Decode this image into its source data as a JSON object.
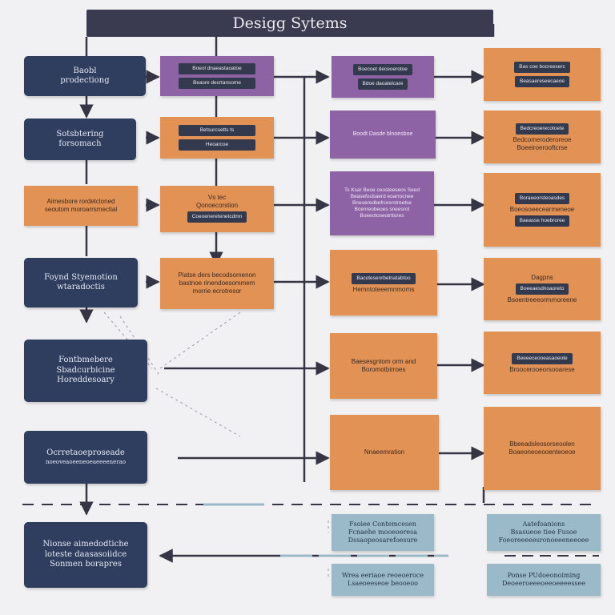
{
  "title": "Desigg Sytems",
  "colors": {
    "navy": "#2f3d5e",
    "orange": "#e39255",
    "purple": "#8e63a6",
    "light_blue": "#9ab9c9",
    "connector": "#353545",
    "background": "#f1f1f3"
  },
  "left_column": [
    {
      "lines": [
        "Baobl",
        "prodectiong"
      ]
    },
    {
      "lines": [
        "Sotsbtering",
        "forsomach"
      ]
    },
    {
      "lines": [
        "Aimesbore rordetcloned",
        "seoutom moroarrsmectial"
      ]
    },
    {
      "lines": [
        "Foynd Styemotion",
        "wtaradoctis"
      ]
    },
    {
      "lines": [
        "Fontbmebere",
        "Sbadcurbicine",
        "Horeddesoary"
      ]
    },
    {
      "lines": [
        "Ocrretaoeproseade",
        "noeoveaoeeneoeaeeeenerao"
      ]
    },
    {
      "lines": [
        "Nionse aimedodtiche",
        "loteste daasasoiidce",
        "Sonmen borapres"
      ]
    }
  ],
  "second_column": [
    {
      "pills": [
        "Boeol dnaeastaoatoe",
        "Beasre decrtansome"
      ]
    },
    {
      "pills": [
        "Betsurcsetts ts",
        "Heoarcoe"
      ]
    },
    {
      "lines": [
        "Vs tec",
        "Qonoecorstion"
      ],
      "pills": [
        "Coeoeneretenetcdmn"
      ]
    },
    {
      "lines": [
        "Piatse ders becodsomenon",
        "bastnoe rinendoesommem",
        "morrie ecrotresor"
      ]
    }
  ],
  "third_column": [
    {
      "pills": [
        "Boecoet deceoerotoe",
        "Bdoe daoatelcare"
      ]
    },
    {
      "lines": [
        "Boodt Dasde blnoesboe"
      ]
    },
    {
      "lines": [
        "Ts Ksar Beoe ceosteeseos Seed",
        "Beasefoobaerd eoarrocnee",
        "Bneoeredbefrorerstreetse",
        "Bcenreobeoes sneesrot",
        "Boeeotoseotrttores"
      ]
    },
    {
      "pills": [
        "Bacotesenrbetnatabtoo"
      ],
      "lines": [
        "Hemntoteeemnmorns"
      ]
    },
    {
      "lines": [
        "Baesesgntom orm and",
        "Boromotbirroes"
      ]
    },
    {
      "lines": [
        "Nnaeemration"
      ]
    }
  ],
  "right_column": [
    {
      "pills": [
        "Bas coe bocreeserc",
        "Beasaereseecaeoe"
      ]
    },
    {
      "pills": [
        "Bedcreoerecotoete"
      ],
      "lines": [
        "Bedcomeroderoreoe",
        "Boeeiroerooftcrse"
      ]
    },
    {
      "pills": [
        "Boraeeorsteoasdes"
      ],
      "lines": [
        "Boeosoeecearmeneoe"
      ],
      "pills2": [
        "Baeasse hoebroree"
      ]
    },
    {
      "lines": [
        "Dagpns"
      ],
      "pills": [
        "Boeeaesdnoaoreto"
      ],
      "lines2": [
        "Bsoentreeeormrnoreene"
      ]
    },
    {
      "pills": [
        "Beeeeceooeasaoeote"
      ],
      "lines": [
        "Broocerooeorsooarese"
      ]
    },
    {
      "lines": [
        "Bbeeadsleosorseoolen",
        "Boaeoneoeooenteoeoe"
      ]
    }
  ],
  "bottom_row": [
    {
      "lines": [
        "Fsoiee Contemcesen",
        "Fcnaehe mooeoeresa",
        "Dssaopeosarefoesure"
      ]
    },
    {
      "lines": [
        "Aatefoanions",
        "Bsasueoe tiee Fusoe",
        "Foeoreeeeesronoeeeneeoee"
      ]
    },
    {
      "lines": [
        "Wrea eeriaoe reoeoeroce",
        "Lsaeoeeseoe beooeoo"
      ]
    },
    {
      "lines": [
        "Ponse PUdoeonoiming",
        "Deoeeroeeeoeeoeeeessee"
      ]
    }
  ]
}
